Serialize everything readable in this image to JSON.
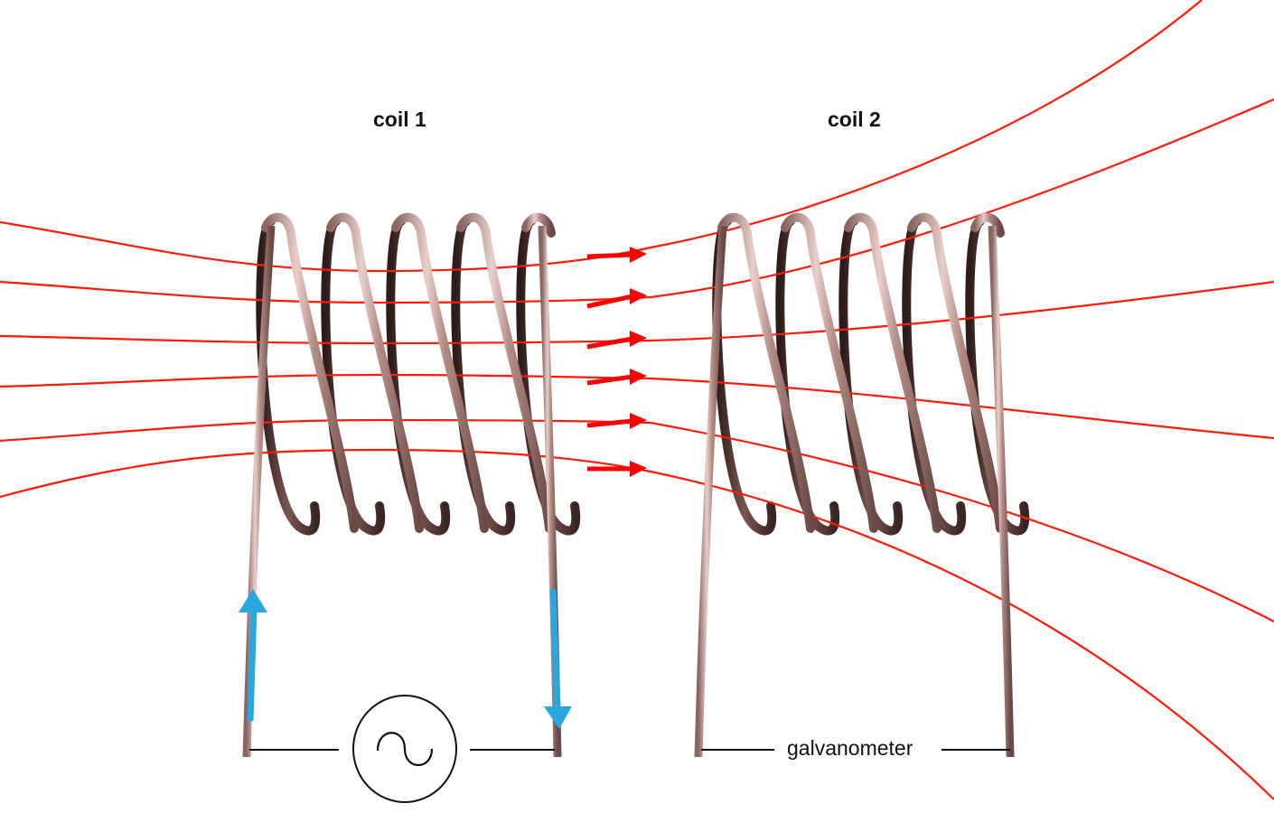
{
  "diagram": {
    "coil1": {
      "title": "coil 1",
      "turns": 5
    },
    "coil2": {
      "title": "coil 2",
      "turns": 5
    },
    "source": {
      "symbol": "ac-source-icon"
    },
    "meter": {
      "label": "galvanometer"
    },
    "field_line_count": 6,
    "current_direction_left": "up",
    "current_direction_right": "down",
    "colors": {
      "field_line": "#ff1a0a",
      "field_arrow": "#ff0000",
      "current_arrow": "#29a8e0",
      "wire_light": "#d9b3ab",
      "wire_dark": "#4a2f2c",
      "circuit_line": "#111111"
    }
  }
}
